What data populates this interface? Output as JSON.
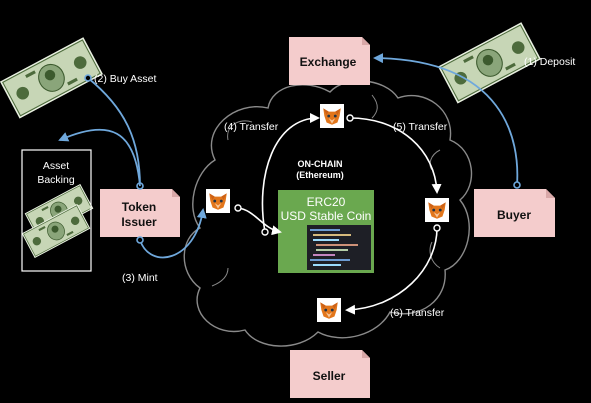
{
  "nodes": {
    "exchange": "Exchange",
    "buyer": "Buyer",
    "seller": "Seller",
    "token_issuer_line1": "Token",
    "token_issuer_line2": "Issuer",
    "asset_backing_line1": "Asset",
    "asset_backing_line2": "Backing",
    "onchain_line1": "ON-CHAIN",
    "onchain_line2": "(Ethereum)",
    "erc20_line1": "ERC20",
    "erc20_line2": "USD Stable Coin"
  },
  "steps": {
    "deposit": "(1) Deposit",
    "buy_asset": "(2) Buy Asset",
    "mint": "(3) Mint",
    "transfer4": "(4) Transfer",
    "transfer5": "(5) Transfer",
    "transfer6": "(6) Transfer"
  },
  "colors": {
    "box_fill": "#f4cccc",
    "erc_fill": "#6aa84f",
    "arrow_blue": "#6fa8dc",
    "cloud_stroke": "#8a8a8a",
    "fox_orange": "#e2761b"
  },
  "icons": [
    "fox-icon",
    "dollar-bill-icon"
  ]
}
